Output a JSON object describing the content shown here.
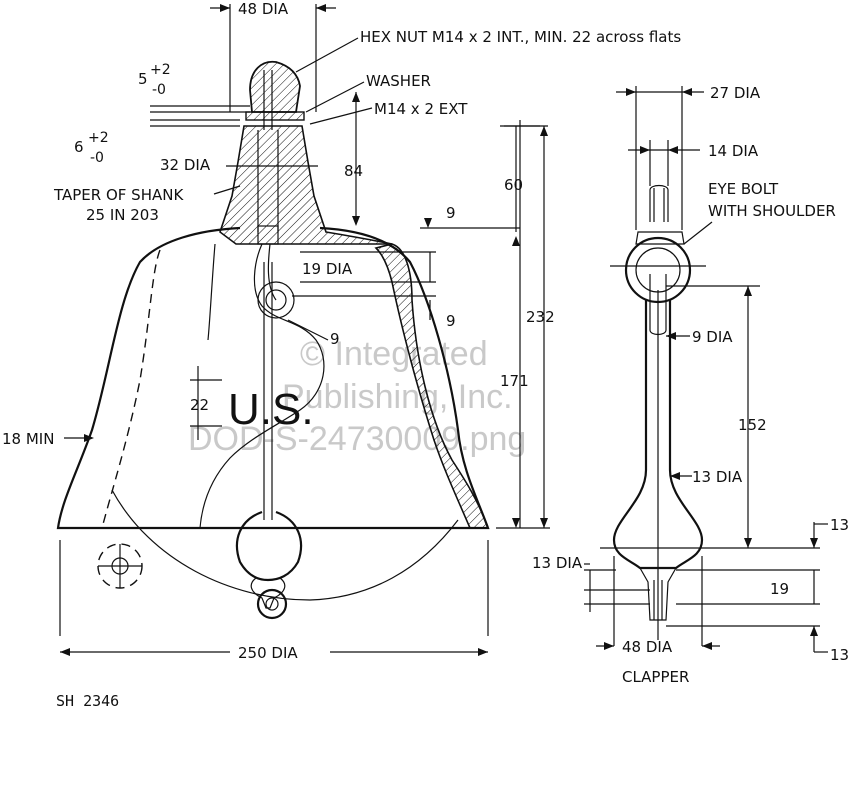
{
  "bell_labels": {
    "top_dia": "48 DIA",
    "hex_nut": "HEX NUT M14 x 2 INT., MIN. 22 across  flats",
    "washer": "WASHER",
    "ext_thread": "M14 x 2  EXT",
    "tol_a_base": "5",
    "tol_a_sup": "+2",
    "tol_a_sub": "-0",
    "tol_b_base": "6",
    "tol_b_sup": "+2",
    "tol_b_sub": "-0",
    "shank_dia": "32 DIA",
    "taper_1": "TAPER OF SHANK",
    "taper_2": "25 IN 203",
    "dim_84": "84",
    "dim_60": "60",
    "dim_9_top": "9",
    "dim_19_dia": "19 DIA",
    "dim_9_mid": "9",
    "dim_9_right": "9",
    "dim_232": "232",
    "dim_171": "171",
    "dim_22": "22",
    "us_text": "U.S.",
    "min_18": "18 MIN",
    "base_dia": "250 DIA"
  },
  "clapper_labels": {
    "dia_27": "27 DIA",
    "dia_14": "14 DIA",
    "eye_bolt_1": "EYE BOLT",
    "eye_bolt_2": "WITH SHOULDER",
    "dia_9": "9 DIA",
    "dim_152": "152",
    "dia_13_mid": "13 DIA",
    "dim_13_top": "13",
    "dia_13_low": "13 DIA",
    "dim_19": "19",
    "dia_48": "48 DIA",
    "dim_13_bot": "13",
    "title": "CLAPPER"
  },
  "footer": {
    "sheet": "SH  2346"
  },
  "watermark": {
    "line1": "© Integrated",
    "line2": "Publishing, Inc.",
    "line3": "DOD-S-24730009.png"
  }
}
